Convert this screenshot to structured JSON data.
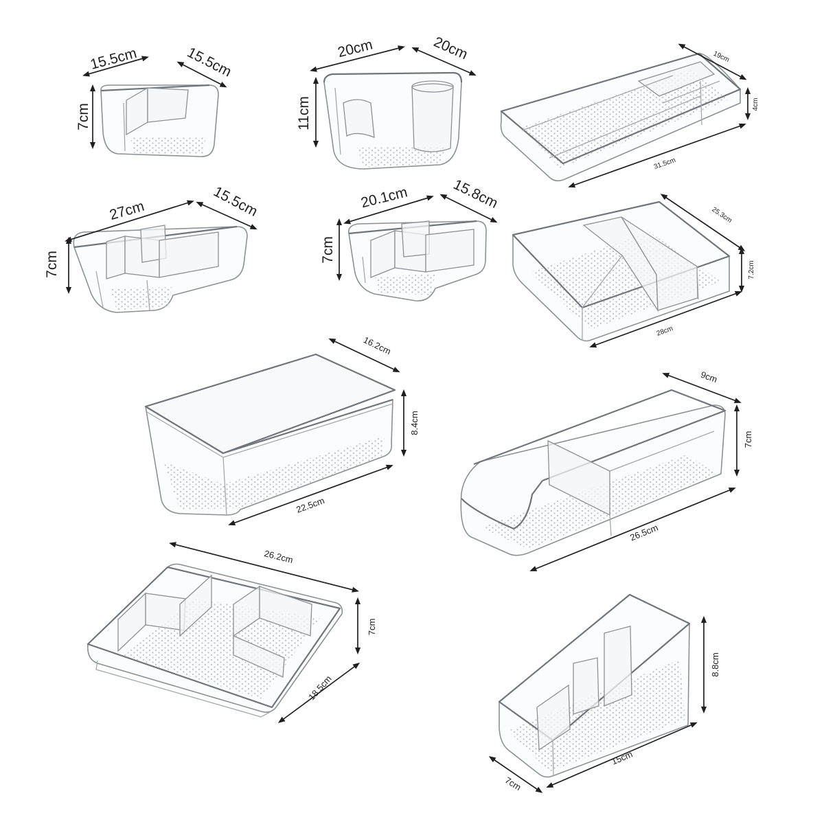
{
  "organizers": [
    {
      "id": "organizer-1",
      "dims": {
        "width": "15.5cm",
        "depth": "15.5cm",
        "height": "7cm"
      }
    },
    {
      "id": "organizer-2",
      "dims": {
        "width": "20cm",
        "depth": "20cm",
        "height": "11cm"
      }
    },
    {
      "id": "organizer-3",
      "dims": {
        "depth": "19cm",
        "height": "4cm",
        "length": "31.5cm"
      }
    },
    {
      "id": "organizer-4",
      "dims": {
        "width": "27cm",
        "depth": "15.5cm",
        "height": "7cm"
      }
    },
    {
      "id": "organizer-5",
      "dims": {
        "width": "20.1cm",
        "depth": "15.8cm",
        "height": "7cm"
      }
    },
    {
      "id": "organizer-6",
      "dims": {
        "depth": "25.3cm",
        "height": "7.2cm",
        "length": "28cm"
      }
    },
    {
      "id": "organizer-7",
      "dims": {
        "depth": "16.2cm",
        "height": "8.4cm",
        "length": "22.5cm"
      }
    },
    {
      "id": "organizer-8",
      "dims": {
        "depth": "9cm",
        "height": "7cm",
        "length": "26.5cm"
      }
    },
    {
      "id": "organizer-9",
      "dims": {
        "width": "26.2cm",
        "height": "7cm",
        "depth": "18.5cm"
      }
    },
    {
      "id": "organizer-10",
      "dims": {
        "height": "8.8cm",
        "depth": "7cm",
        "length": "15cm"
      }
    }
  ]
}
